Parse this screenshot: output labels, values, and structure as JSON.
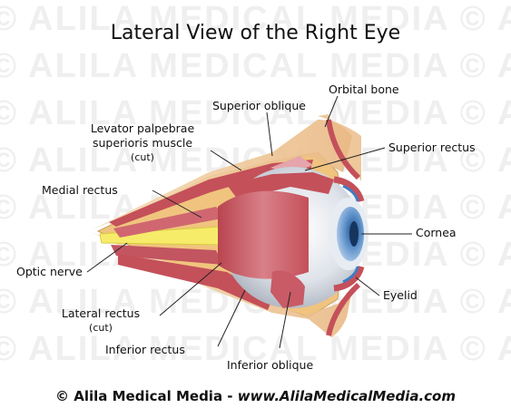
{
  "title": "Lateral View of the Right Eye",
  "watermark": "© ALILA MEDICAL MEDIA",
  "labels": {
    "orbital_bone": "Orbital bone",
    "superior_oblique": "Superior oblique",
    "levator_line1": "Levator palpebrae",
    "levator_line2": "superioris muscle",
    "levator_line3": "(cut)",
    "superior_rectus": "Superior rectus",
    "medial_rectus": "Medial rectus",
    "cornea": "Cornea",
    "optic_nerve": "Optic nerve",
    "eyelid": "Eyelid",
    "lateral_rectus_line1": "Lateral rectus",
    "lateral_rectus_line2": "(cut)",
    "inferior_rectus": "Inferior rectus",
    "inferior_oblique": "Inferior oblique"
  },
  "footer": {
    "credit": "© Alila Medical Media - ",
    "website": "www.AlilaMedicalMedia.com"
  },
  "colors": {
    "muscle": "#c4505a",
    "fat": "#f0c47e",
    "cornea": "#4a7fb8",
    "optic_nerve": "#f6ec6a",
    "bone": "#eec79a"
  }
}
